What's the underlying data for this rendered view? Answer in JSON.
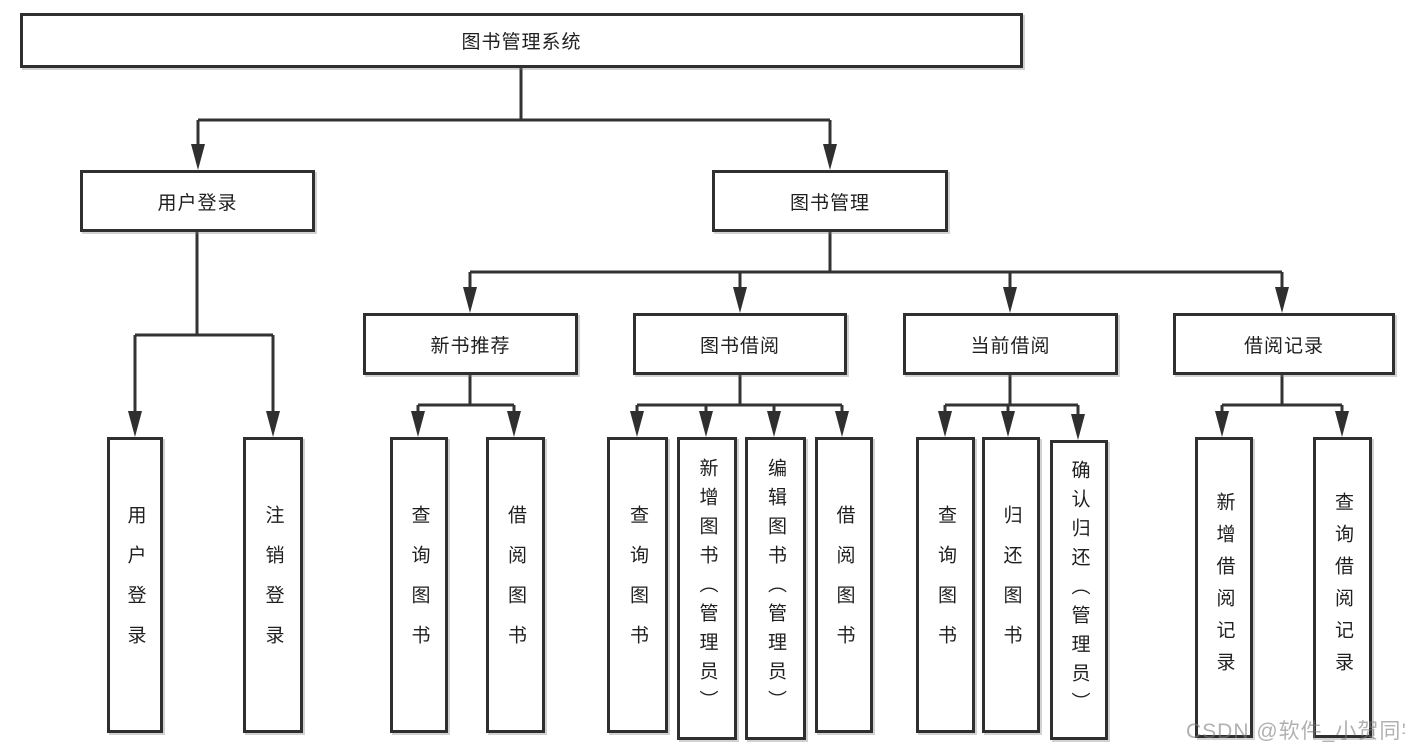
{
  "tree": {
    "root": {
      "label": "图书管理系统"
    },
    "branches": [
      {
        "label": "用户登录",
        "children": [
          {
            "label": "用户登录"
          },
          {
            "label": "注销登录"
          }
        ]
      },
      {
        "label": "图书管理",
        "children": [
          {
            "label": "新书推荐",
            "children": [
              {
                "label": "查询图书"
              },
              {
                "label": "借阅图书"
              }
            ]
          },
          {
            "label": "图书借阅",
            "children": [
              {
                "label": "查询图书"
              },
              {
                "label": "新增图书（管理员）"
              },
              {
                "label": "编辑图书（管理员）"
              },
              {
                "label": "借阅图书"
              }
            ]
          },
          {
            "label": "当前借阅",
            "children": [
              {
                "label": "查询图书"
              },
              {
                "label": "归还图书"
              },
              {
                "label": "确认归还（管理员）"
              }
            ]
          },
          {
            "label": "借阅记录",
            "children": [
              {
                "label": "新增借阅记录"
              },
              {
                "label": "查询借阅记录"
              }
            ]
          }
        ]
      }
    ]
  },
  "watermark": {
    "text": "CSDN @软件_小贺同学"
  },
  "colors": {
    "line": "#333333",
    "box_border": "#2f2f2f",
    "text": "#1f1f1f",
    "background": "#ffffff",
    "watermark": "#b5b5b5"
  }
}
